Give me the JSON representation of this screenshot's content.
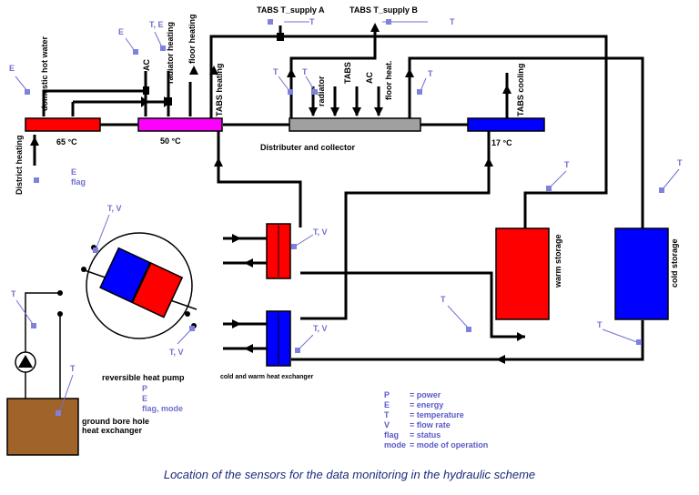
{
  "colors": {
    "hot": "#ff0000",
    "pink": "#ff00ff",
    "grey": "#a0a0a0",
    "blue": "#0000ff",
    "sensor": "#7070d0",
    "ground": "#a0642a"
  },
  "tanks": {
    "t65": "65 °C",
    "t50": "50 °C",
    "t17": "17 °C"
  },
  "labels": {
    "tabs_supply_a": "TABS T_supply A",
    "tabs_supply_b": "TABS T_supply B",
    "ac_top": "AC",
    "radiator_heating": "radiator heating",
    "floor_heating": "floor heating",
    "domestic_hot_water": "domestic hot water",
    "tabs_heating": "TABS heating",
    "district_heating": "District heating",
    "distributer": "Distributer and collector",
    "radiator": "radiator",
    "tabs": "TABS",
    "ac": "AC",
    "floor_heat": "floor heat.",
    "tabs_cooling": "TABS cooling",
    "warm_storage": "warm storage",
    "cold_storage": "cold storage",
    "reversible_heat_pump": "reversible heat pump",
    "hx": "cold  and warm heat exchanger",
    "ground_bore_1": "ground bore hole",
    "ground_bore_2": "heat exchanger"
  },
  "sensors": {
    "e_top_left": "E",
    "e_ac": "E",
    "te_rad": "T, E",
    "t_supply_a": "T",
    "t_supply_b": "T",
    "t_dist_left": "T",
    "t_dist_mid": "T",
    "t_dist_right": "T",
    "e_flag_1": "E",
    "e_flag_2": "flag",
    "t_warm": "T",
    "t_cold": "T",
    "tv_hp_top": "T, V",
    "tv_hx_top": "T, V",
    "tv_hx_bot": "T, V",
    "tv_hp_bot": "T, V",
    "t_bore_left": "T",
    "t_bore": "T",
    "t_warm_low": "T",
    "t_cold_low": "T",
    "hp_p": "P",
    "hp_e": "E",
    "hp_flag": "flag, mode"
  },
  "legend": [
    {
      "k": "P",
      "v": "= power"
    },
    {
      "k": "E",
      "v": "= energy"
    },
    {
      "k": "T",
      "v": "= temperature"
    },
    {
      "k": "V",
      "v": "= flow rate"
    },
    {
      "k": "flag",
      "v": "= status"
    },
    {
      "k": "mode",
      "v": "= mode of operation"
    }
  ],
  "caption": "Location of the sensors for the data monitoring in the hydraulic scheme"
}
